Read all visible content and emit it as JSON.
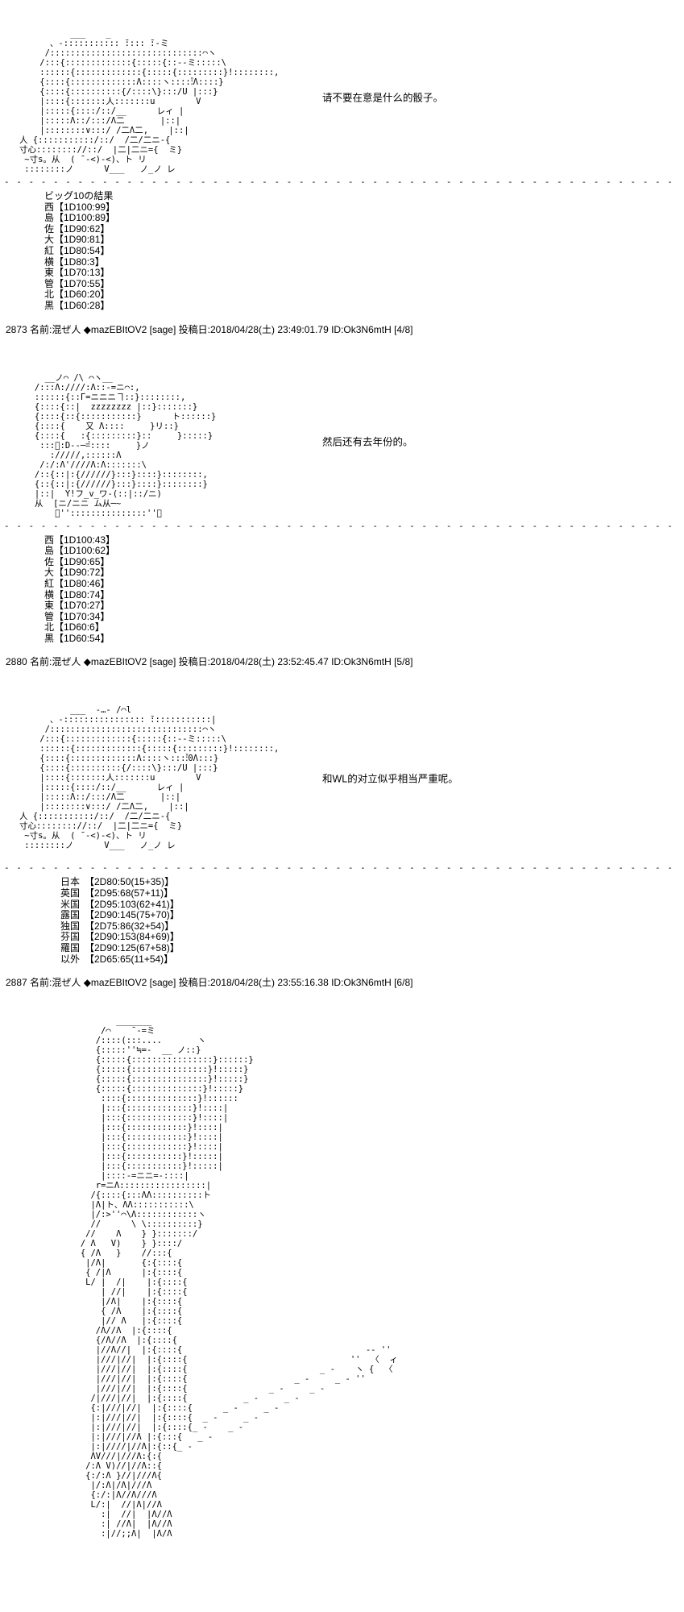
{
  "page": {
    "background": "#ffffff",
    "text_color": "#000000"
  },
  "separator": "- - - - - - - - - - - - - - - - - - - - - - - - - - - - - - - - - - - - - - - - - - - - - - - - - - - - - - - - - - - - - - - - - - - - - -",
  "posts": [
    {
      "dialogue": "请不要在意是什么的骰子。",
      "results_title": "ビッグ10の結果",
      "dice": [
        "西【1D100:99】",
        "島【1D100:89】",
        "佐【1D90:62】",
        "大【1D90:81】",
        "紅【1D80:54】",
        "横【1D80:3】",
        "東【1D70:13】",
        "管【1D70:55】",
        "北【1D60:20】",
        "黒【1D60:28】"
      ],
      "footer": "2873 名前:混ぜ人 ◆mazEBItOV2 [sage] 投稿日:2018/04/28(土) 23:49:01.79 ID:Ok3N6mtH [4/8]",
      "aa": [
        "",
        "             ___    _",
        "         、‐::::::::::: ̄:::: ̄:‐ミ",
        "        /::::::::::::::::::::::::::::::⌒ヽ",
        "       /:::{:::::::::::::{:::::{::‐-ミ:::::\\",
        "       ::::::{:::::::::::::{:::::{:::::::::}!::::::::,",
        "       {::::{:::::::::::::Λ::::ヽ:::::゚Λ::::}",
        "       {::::{::::::::::{/::::\\}:::/U |:::}",
        "       |::::{:::::::人:::::::u        V",
        "       |:::::{::::/::/__      レィ |",
        "       |:::::Λ::/:::/Λ二       |::|",
        "       |::::::::∨:::/ /二Λ二,    |::|",
        "   人 {:::::::::::/::/  /二/二ニ‐{",
        "   寸心:::::::://::/  |二|二ニ={  ミ}",
        "    ~寸s。从  ( ̄ ‐<)‐<)、ト リ",
        "    ::::::::ノ      V___   ノ_ノ レ",
        ""
      ]
    },
    {
      "dialogue": "然后还有去年份的。",
      "results_title": "",
      "dice": [
        "西【1D100:43】",
        "島【1D100:62】",
        "佐【1D90:65】",
        "大【1D90:72】",
        "紅【1D80:46】",
        "横【1D80:74】",
        "東【1D70:27】",
        "管【1D70:34】",
        "北【1D60:6】",
        "黒【1D60:54】"
      ],
      "footer": "2880 名前:混ぜ人 ◆mazEBItOV2 [sage] 投稿日:2018/04/28(土) 23:52:45.47 ID:Ok3N6mtH [5/8]",
      "aa": [
        "",
        "        __ノ⌒ /\\ ⌒ヽ__",
        "      /:::Λ:////:Λ::‐=ニ⌒:,",
        "      ::::::{::Г=ニニニヿ::}::::::::,",
        "      {::::{::|  zzzzzzzz |::}:::::::}",
        "      {::::{::{:::::::::::}      ト::::::}",
        "      {::::{    又 Λ::::     }リ::}",
        "      {::::{   :{:::::::::}::     }:::::}",
        "       :::゙:D--─=゙::::     }ノ",
        "         ://///,::::::Λ",
        "       /:/:Λ'////Λ:Λ:::::::\\",
        "      /::{::|:{//////}:::}::::}::::::::,",
        "      {::{::|:{//////}:::}::::}::::::::}",
        "      |::|  Y!フ_v_ワ-(::|::/ニ)",
        "      从  [ニ/ニニ ム从─~",
        "          ゙'':::::::::::::::''゙"
      ]
    },
    {
      "dialogue": "和WL的对立似乎相当严重呢。",
      "results_title": "",
      "dice": [
        "日本　【2D80:50(15+35)】",
        "英国　【2D95:68(57+11)】",
        "米国　【2D95:103(62+41)】",
        "露国　【2D90:145(75+70)】",
        "独国　【2D75:86(32+54)】",
        "芬国　【2D90:153(84+69)】",
        "羅国　【2D90:125(67+58)】",
        "以外　【2D65:65(11+54)】"
      ],
      "footer": "2887 名前:混ぜ人 ◆mazEBItOV2 [sage] 投稿日:2018/04/28(土) 23:55:16.38 ID:Ok3N6mtH [6/8]",
      "aa": [
        "",
        "             ___  ‐…‐ /⌒l",
        "         、‐:::::::::::::::: ̄::::::::::::|",
        "        /::::::::::::::::::::::::::::::⌒ヽ",
        "       /:::{:::::::::::::{:::::{::‐-ミ:::::\\",
        "       ::::::{:::::::::::::{:::::{:::::::::}!::::::::,",
        "       {::::{:::::::::::::Λ::::ヽ::::゚0Λ:::}",
        "       {::::{::::::::::{/::::\\}:::/U |:::}",
        "       |::::{:::::::人:::::::u        V",
        "       |:::::{::::/::/__      レィ |",
        "       |:::::Λ::/:::/Λ二       |::|",
        "       |::::::::∨:::/ /二Λ二,    |::|",
        "   人 {:::::::::::/::/  /二/二ニ‐{",
        "   寸心:::::::://::/  |二|二ニ={  ミ}",
        "    ~寸s。从  ( ̄ ‐<)‐<)、ト リ",
        "    ::::::::ノ      V___   ノ_ノ レ",
        "",
        ""
      ]
    }
  ],
  "bottom_aa": [
    "                      _______",
    "                   /⌒    ̄ ‐=ミ",
    "                  /::::(:::....       ヽ",
    "                  {:::::''≒=-  __ ノ::}",
    "                  {:::::{::::::::::::::::}::::::}",
    "                  {:::::{:::::::::::::::}!:::::}",
    "                  {:::::{:::::::::::::::}!:::::}",
    "                  {:::::{::::::::::::::}!:::::}",
    "                   ::::{::::::::::::::}!::::::",
    "                   |:::{:::::::::::::}!::::|",
    "                   |:::{:::::::::::::}!::::|",
    "                   |:::{::::::::::::}!::::|",
    "                   |:::{::::::::::::}!::::|",
    "                   |:::{::::::::::::}!::::|",
    "                   |:::{:::::::::::}!:::::|",
    "                   |:::{:::::::::::}!:::::|",
    "                   |::::‐=ニニ=‐::::|",
    "                  r=ニΛ:::::::::::::::::|",
    "                 /{::::{:::ΛΛ::::::::::ト",
    "                 |Λ|ト、ΛΛ:::::::::::\\",
    "                 |/:>''⌒\\Λ::::::::::::ヽ",
    "                 //      \\ \\::::::::::}",
    "                //    Λ    } }:::::::/",
    "               / Λ   V)    } }::::/",
    "               { /Λ   }    //:::{",
    "                |/Λ|       {:{::::{",
    "                { /|Λ      |:{::::{",
    "                L/ |  /|    |:{::::{",
    "                   | //|    |:{::::{",
    "                   |/Λ|    |:{::::{",
    "                   { /Λ    |:{::::{",
    "                   |// Λ   |:{::::{",
    "                  /Λ//Λ  |:{::::{",
    "                  {/Λ//Λ  |:{::::{",
    "                  |//Λ//|  |:{::::{                                    -‐ ''",
    "                  |///|//|  |:{::::{                                ''  〈  ィ",
    "                  |///|//|  |:{::::{                          _ -    ヽ {  〈",
    "                  |///|//|  |:{::::{                     _ -     _ - ''",
    "                  |///|//|  |:{::::{                _ -     _ -",
    "                 /|///|//|  |:{::::{           _ -     _ -",
    "                 {:|///|//|  |:{::::{      _ -     _ -",
    "                 |:|///|//|  |:{::::{  _ -     _ -",
    "                 |:|///|//|  |:{::::{_ -    _ -",
    "                 |:|///|//Λ |:{:::{   _ -",
    "                 |:|////|//Λ|:{::{_ -",
    "                 ΛV///|///Λ:{:{",
    "                /:Λ V)//|//Λ::{",
    "                {:/:Λ }//|///Λ{",
    "                 |/:Λ|/Λ|///Λ",
    "                 {:/:|Λ//Λ///Λ",
    "                 L/:|  //|Λ|//Λ",
    "                   :|  //|  |Λ//Λ",
    "                   :| //Λ|  |Λ//Λ",
    "                   :|//;;Λ|  |Λ/Λ"
  ]
}
